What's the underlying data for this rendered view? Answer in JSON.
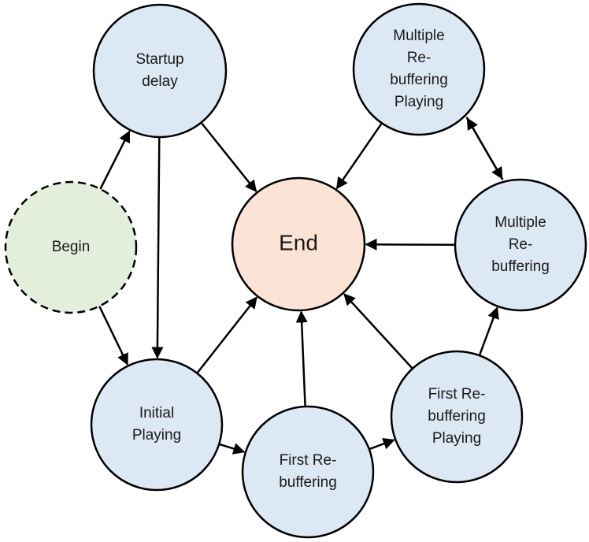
{
  "diagram": {
    "nodes": {
      "startup_delay": {
        "lines": [
          "Startup",
          "delay"
        ]
      },
      "begin": {
        "lines": [
          "Begin"
        ]
      },
      "end": {
        "lines": [
          "End"
        ]
      },
      "initial_playing": {
        "lines": [
          "Initial",
          "Playing"
        ]
      },
      "first_rebuffering": {
        "lines": [
          "First Re-",
          "buffering"
        ]
      },
      "first_rebuffering_playing": {
        "lines": [
          "First Re-",
          "buffering",
          "Playing"
        ]
      },
      "multiple_rebuffering": {
        "lines": [
          "Multiple",
          "Re-",
          "buffering"
        ]
      },
      "multiple_rebuffering_playing": {
        "lines": [
          "Multiple",
          "Re-",
          "buffering",
          "Playing"
        ]
      }
    },
    "edges": [
      {
        "from": "begin",
        "to": "startup_delay"
      },
      {
        "from": "begin",
        "to": "initial_playing"
      },
      {
        "from": "startup_delay",
        "to": "initial_playing"
      },
      {
        "from": "startup_delay",
        "to": "end"
      },
      {
        "from": "initial_playing",
        "to": "end"
      },
      {
        "from": "initial_playing",
        "to": "first_rebuffering"
      },
      {
        "from": "first_rebuffering",
        "to": "end"
      },
      {
        "from": "first_rebuffering",
        "to": "first_rebuffering_playing"
      },
      {
        "from": "first_rebuffering_playing",
        "to": "end"
      },
      {
        "from": "first_rebuffering_playing",
        "to": "multiple_rebuffering"
      },
      {
        "from": "multiple_rebuffering",
        "to": "end"
      },
      {
        "from": "multiple_rebuffering",
        "to": "multiple_rebuffering_playing"
      },
      {
        "from": "multiple_rebuffering_playing",
        "to": "multiple_rebuffering"
      },
      {
        "from": "multiple_rebuffering_playing",
        "to": "end"
      }
    ]
  }
}
